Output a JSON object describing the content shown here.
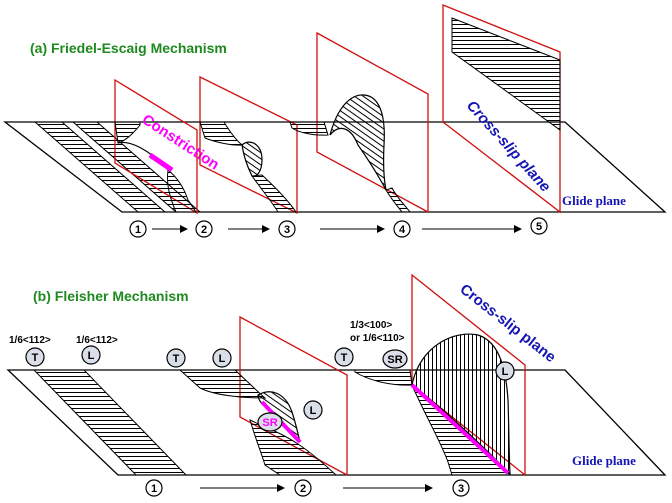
{
  "colors": {
    "title_green": "#1f8a1f",
    "label_blue": "#1515b5",
    "plane_red": "#d01010",
    "highlight_magenta": "#ff00ff",
    "ink": "#000000",
    "bubble_fill": "#d9dee8"
  },
  "panel_a": {
    "title": "(a) Friedel-Escaig Mechanism",
    "constriction_label": "Constriction",
    "cross_slip_label": "Cross-slip plane",
    "glide_label": "Glide plane",
    "steps": [
      "1",
      "2",
      "3",
      "4",
      "5"
    ]
  },
  "panel_b": {
    "title": "(b) Fleisher Mechanism",
    "vector_t_left": "1/6<112>",
    "vector_l_left": "1/6<112>",
    "vector_top_1": "1/3<100>",
    "vector_top_2": "or 1/6<110>",
    "cross_slip_label": "Cross-slip plane",
    "glide_label": "Glide plane",
    "partial_t": "T",
    "partial_l": "L",
    "stair_rod": "SR",
    "steps": [
      "1",
      "2",
      "3"
    ]
  }
}
